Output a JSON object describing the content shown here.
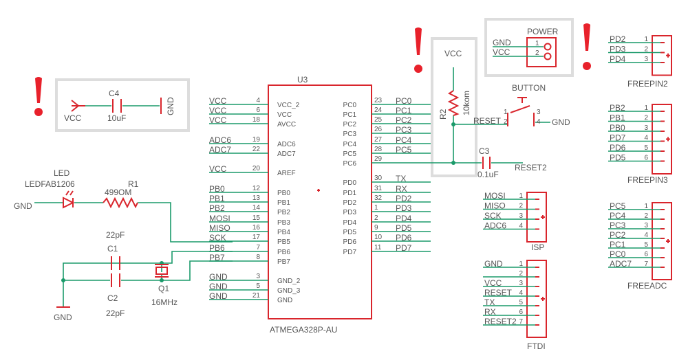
{
  "warning_marks": [
    "!",
    "!",
    "!",
    "!"
  ],
  "u3": {
    "ref": "U3",
    "part": "ATMEGA328P-AU",
    "left_pins": [
      {
        "net": "VCC",
        "num": "4",
        "name": "VCC_2"
      },
      {
        "net": "VCC",
        "num": "6",
        "name": "VCC"
      },
      {
        "net": "VCC",
        "num": "18",
        "name": "AVCC"
      },
      {
        "net": "ADC6",
        "num": "19",
        "name": "ADC6"
      },
      {
        "net": "ADC7",
        "num": "22",
        "name": "ADC7"
      },
      {
        "net": "VCC",
        "num": "20",
        "name": "AREF"
      },
      {
        "net": "PB0",
        "num": "12",
        "name": "PB0"
      },
      {
        "net": "PB1",
        "num": "13",
        "name": "PB1"
      },
      {
        "net": "PB2",
        "num": "14",
        "name": "PB2"
      },
      {
        "net": "MOSI",
        "num": "15",
        "name": "PB3"
      },
      {
        "net": "MISO",
        "num": "16",
        "name": "PB4"
      },
      {
        "net": "SCK",
        "num": "17",
        "name": "PB5"
      },
      {
        "net": "PB6",
        "num": "7",
        "name": "PB6"
      },
      {
        "net": "PB7",
        "num": "8",
        "name": "PB7"
      },
      {
        "net": "GND",
        "num": "3",
        "name": "GND_2"
      },
      {
        "net": "GND",
        "num": "5",
        "name": "GND_3"
      },
      {
        "net": "GND",
        "num": "21",
        "name": "GND"
      }
    ],
    "right_pins": [
      {
        "name": "PC0",
        "num": "23",
        "net": "PC0"
      },
      {
        "name": "PC1",
        "num": "24",
        "net": "PC1"
      },
      {
        "name": "PC2",
        "num": "25",
        "net": "PC2"
      },
      {
        "name": "PC3",
        "num": "26",
        "net": "PC3"
      },
      {
        "name": "PC4",
        "num": "27",
        "net": "PC4"
      },
      {
        "name": "PC5",
        "num": "28",
        "net": "PC5"
      },
      {
        "name": "PC6",
        "num": "29",
        "net": "RESET"
      },
      {
        "name": "PD0",
        "num": "30",
        "net": "TX"
      },
      {
        "name": "PD1",
        "num": "31",
        "net": "RX"
      },
      {
        "name": "PD2",
        "num": "32",
        "net": "PD2"
      },
      {
        "name": "PD3",
        "num": "1",
        "net": "PD3"
      },
      {
        "name": "PD4",
        "num": "2",
        "net": "PD4"
      },
      {
        "name": "PD5",
        "num": "9",
        "net": "PD5"
      },
      {
        "name": "PD6",
        "num": "10",
        "net": "PD6"
      },
      {
        "name": "PD7",
        "num": "11",
        "net": "PD7"
      }
    ]
  },
  "c4": {
    "ref": "C4",
    "value": "10uF",
    "left_net": "VCC",
    "right_net": "GND"
  },
  "led": {
    "ref": "LED",
    "value": "LEDFAB1206",
    "net": "GND"
  },
  "r1": {
    "ref": "R1",
    "value": "499OM"
  },
  "c1": {
    "ref": "C1",
    "value": "22pF"
  },
  "c2": {
    "ref": "C2",
    "value": "22pF"
  },
  "q1": {
    "ref": "Q1",
    "value": "16MHz"
  },
  "ground_net": "GND",
  "r2": {
    "ref": "R2",
    "value": "10kom",
    "net_top": "VCC"
  },
  "reset_net": "RESET",
  "button": {
    "ref": "BUTTON",
    "pins": [
      "1",
      "2",
      "3",
      "4"
    ],
    "net": "GND"
  },
  "c3": {
    "ref": "C3",
    "value": "0.1uF",
    "net": "RESET2"
  },
  "power": {
    "ref": "POWER",
    "pins": [
      {
        "num": "1",
        "net": "GND"
      },
      {
        "num": "2",
        "net": "VCC"
      }
    ]
  },
  "isp": {
    "ref": "ISP",
    "pins": [
      {
        "num": "1",
        "net": "MOSI"
      },
      {
        "num": "2",
        "net": "MISO"
      },
      {
        "num": "3",
        "net": "SCK"
      },
      {
        "num": "4",
        "net": "ADC6"
      }
    ]
  },
  "ftdi": {
    "ref": "FTDI",
    "pins": [
      {
        "num": "1",
        "net": "GND"
      },
      {
        "num": "2",
        "net": ""
      },
      {
        "num": "3",
        "net": "VCC"
      },
      {
        "num": "4",
        "net": "RESET"
      },
      {
        "num": "5",
        "net": "TX"
      },
      {
        "num": "6",
        "net": "RX"
      },
      {
        "num": "7",
        "net": "RESET2"
      }
    ]
  },
  "freepin2": {
    "ref": "FREEPIN2",
    "pins": [
      {
        "num": "1",
        "net": "PD2"
      },
      {
        "num": "2",
        "net": "PD3"
      },
      {
        "num": "3",
        "net": "PD4"
      }
    ]
  },
  "freepin3": {
    "ref": "FREEPIN3",
    "pins": [
      {
        "num": "1",
        "net": "PB2"
      },
      {
        "num": "2",
        "net": "PB1"
      },
      {
        "num": "3",
        "net": "PB0"
      },
      {
        "num": "4",
        "net": "PD7"
      },
      {
        "num": "5",
        "net": "PD6"
      },
      {
        "num": "6",
        "net": "PD5"
      }
    ]
  },
  "freeadc": {
    "ref": "FREEADC",
    "pins": [
      {
        "num": "1",
        "net": "PC5"
      },
      {
        "num": "2",
        "net": "PC4"
      },
      {
        "num": "3",
        "net": "PC3"
      },
      {
        "num": "4",
        "net": "PC2"
      },
      {
        "num": "5",
        "net": "PC1"
      },
      {
        "num": "6",
        "net": "PC0"
      },
      {
        "num": "7",
        "net": "ADC7"
      }
    ]
  }
}
